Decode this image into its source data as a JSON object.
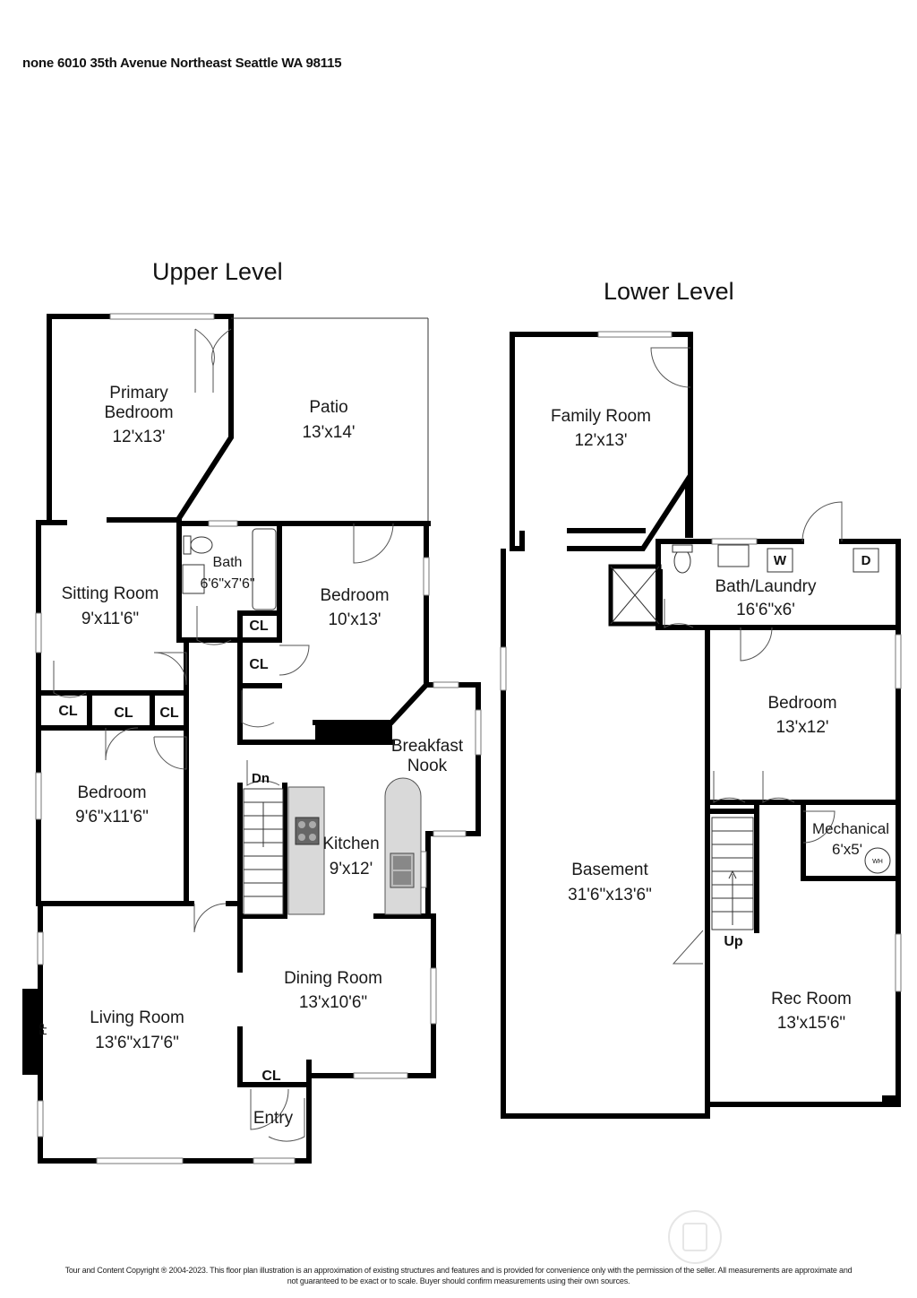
{
  "address": "none  6010 35th Avenue Northeast Seattle WA 98115",
  "levels": {
    "upper": "Upper Level",
    "lower": "Lower Level"
  },
  "upper_rooms": {
    "primary_bedroom": [
      "Primary",
      "Bedroom",
      "12'x13'"
    ],
    "patio": [
      "Patio",
      "13'x14'"
    ],
    "bath": [
      "Bath",
      "6'6\"x7'6\""
    ],
    "sitting_room": [
      "Sitting Room",
      "9'x11'6\""
    ],
    "bedroom_1": [
      "Bedroom",
      "10'x13'"
    ],
    "breakfast_nook": [
      "Breakfast",
      "Nook"
    ],
    "bedroom_2": [
      "Bedroom",
      "9'6\"x11'6\""
    ],
    "kitchen": [
      "Kitchen",
      "9'x12'"
    ],
    "dining_room": [
      "Dining Room",
      "13'x10'6\""
    ],
    "living_room": [
      "Living Room",
      "13'6\"x17'6\""
    ],
    "entry": "Entry",
    "closet": "CL",
    "down": "Dn",
    "fireplace": "FP"
  },
  "lower_rooms": {
    "family_room": [
      "Family Room",
      "12'x13'"
    ],
    "bath_laundry": [
      "Bath/Laundry",
      "16'6\"x6'"
    ],
    "bedroom": [
      "Bedroom",
      "13'x12'"
    ],
    "mechanical": [
      "Mechanical",
      "6'x5'"
    ],
    "basement": [
      "Basement",
      "31'6\"x13'6\""
    ],
    "rec_room": [
      "Rec Room",
      "13'x15'6\""
    ],
    "up": "Up",
    "washer": "W",
    "dryer": "D",
    "water_heater": "WH"
  },
  "copyright": [
    "Tour and Content Copyright ® 2004-2023. This floor plan illustration is an approximation of existing structures and features and is provided for convenience only with the permission of the seller. All measurements are approximate and",
    "not guaranteed to be exact or to scale. Buyer should confirm measurements using their own sources."
  ]
}
